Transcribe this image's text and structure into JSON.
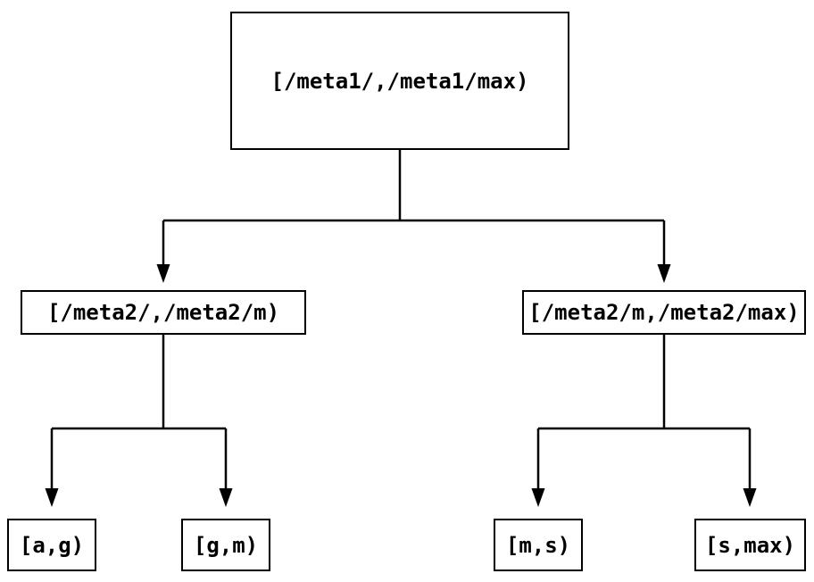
{
  "diagram": {
    "type": "tree",
    "background_color": "#ffffff",
    "line_color": "#000000",
    "text_color": "#000000",
    "nodes": {
      "root": {
        "label": "[/meta1/,/meta1/max)"
      },
      "meta2_low": {
        "label": "[/meta2/,/meta2/m)"
      },
      "meta2_high": {
        "label": "[/meta2/m,/meta2/max)"
      },
      "leaf_ag": {
        "label": "[a,g)"
      },
      "leaf_gm": {
        "label": "[g,m)"
      },
      "leaf_ms": {
        "label": "[m,s)"
      },
      "leaf_smax": {
        "label": "[s,max)"
      }
    },
    "edges": [
      {
        "from": "root",
        "to": "meta2_low"
      },
      {
        "from": "root",
        "to": "meta2_high"
      },
      {
        "from": "meta2_low",
        "to": "leaf_ag"
      },
      {
        "from": "meta2_low",
        "to": "leaf_gm"
      },
      {
        "from": "meta2_high",
        "to": "leaf_ms"
      },
      {
        "from": "meta2_high",
        "to": "leaf_smax"
      }
    ]
  }
}
